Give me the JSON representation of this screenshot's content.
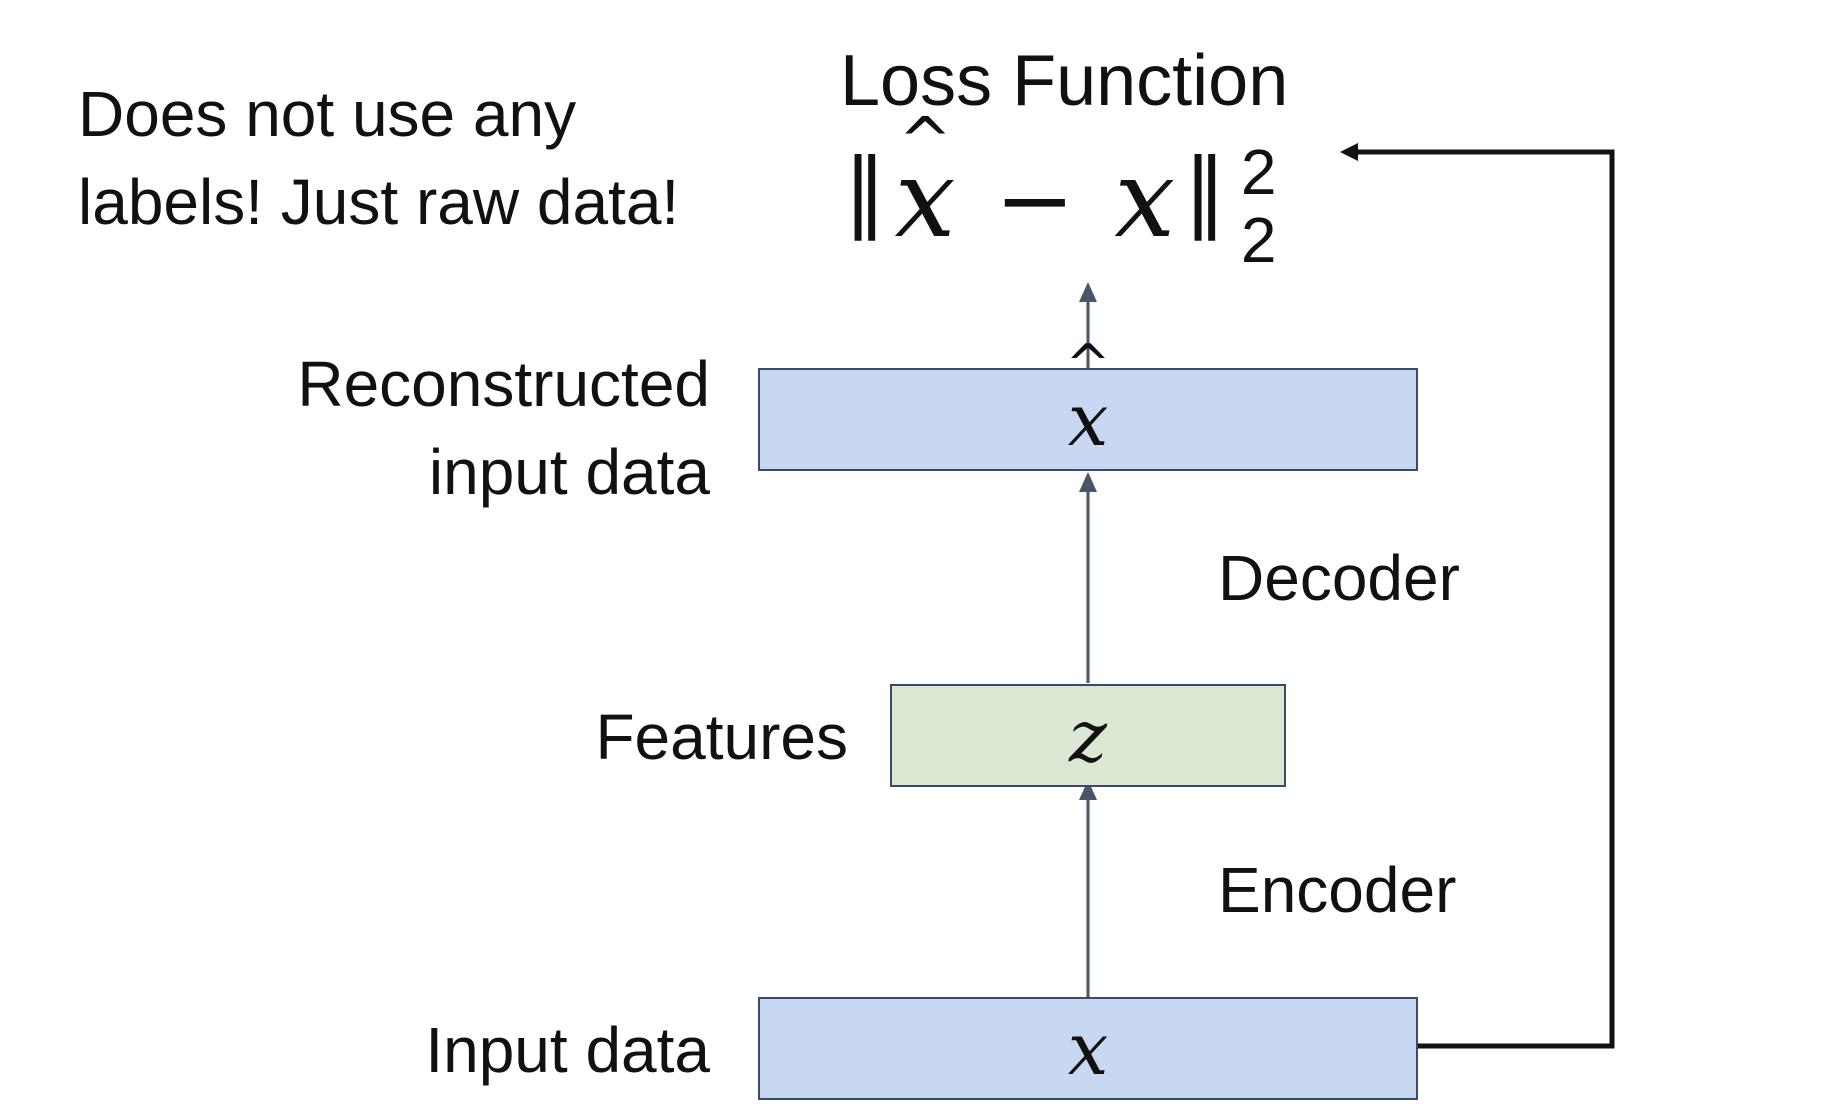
{
  "note": {
    "line1": "Does not use any",
    "line2": "labels! Just raw data!"
  },
  "loss": {
    "title": "Loss Function",
    "norm_bars": "‖",
    "x_hat": "x",
    "hat": "^",
    "minus": "−",
    "x": "x",
    "superscript": "2",
    "subscript": "2"
  },
  "boxes": {
    "reconstructed_symbol": "x",
    "reconstructed_hat": "^",
    "features_symbol": "z",
    "input_symbol": "x"
  },
  "labels": {
    "reconstructed_line1": "Reconstructed",
    "reconstructed_line2": "input data",
    "features": "Features",
    "input": "Input data",
    "decoder": "Decoder",
    "encoder": "Encoder"
  },
  "colors": {
    "input_box_fill": "#c9d8f2",
    "feature_box_fill": "#dbe8d3",
    "box_border": "#3b4a66",
    "arrow_internal": "#4a5568",
    "arrow_feedback": "#111111"
  }
}
